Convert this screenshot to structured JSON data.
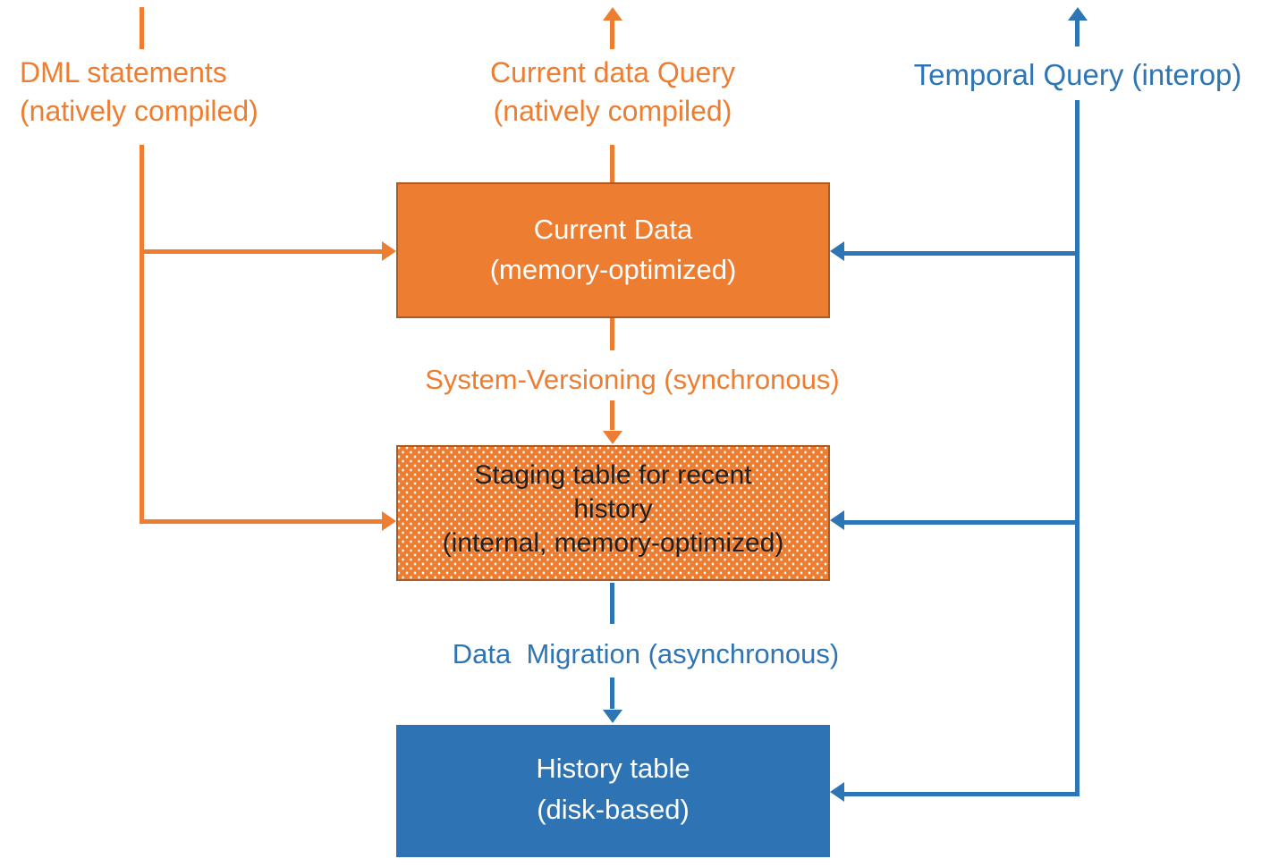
{
  "labels": {
    "dml": {
      "line1": "DML statements",
      "line2": "(natively compiled)"
    },
    "current_query": {
      "line1": "Current data Query",
      "line2": "(natively compiled)"
    },
    "temporal_query": "Temporal Query (interop)",
    "system_versioning": "System-Versioning (synchronous)",
    "data_migration": "Data  Migration (asynchronous)"
  },
  "boxes": {
    "current_data": {
      "line1": "Current Data",
      "line2": "(memory-optimized)"
    },
    "staging": {
      "line1": "Staging table for recent",
      "line2": "history",
      "line3": "(internal, memory-optimized)"
    },
    "history": {
      "line1": "History table",
      "line2": "(disk-based)"
    }
  },
  "edges": [
    {
      "from": "DML statements (natively compiled)",
      "to": "Current Data (memory-optimized)",
      "color": "orange"
    },
    {
      "from": "DML statements (natively compiled)",
      "to": "Staging table for recent history",
      "color": "orange"
    },
    {
      "from": "Current Data (memory-optimized)",
      "to": "Current data Query (natively compiled)",
      "color": "orange",
      "direction": "up"
    },
    {
      "from": "Current Data (memory-optimized)",
      "to": "Staging table for recent history",
      "label": "System-Versioning (synchronous)",
      "color": "orange"
    },
    {
      "from": "Staging table for recent history",
      "to": "History table (disk-based)",
      "label": "Data  Migration (asynchronous)",
      "color": "blue"
    },
    {
      "from": "Temporal Query (interop)",
      "to": "Current Data (memory-optimized)",
      "color": "blue"
    },
    {
      "from": "Temporal Query (interop)",
      "to": "Staging table for recent history",
      "color": "blue"
    },
    {
      "from": "Temporal Query (interop)",
      "to": "History table (disk-based)",
      "color": "blue"
    }
  ],
  "colors": {
    "orange": "#ED7D31",
    "orange_dark_border": "#AE5A21",
    "blue": "#2E75B6",
    "blue_box": "#2E74B5",
    "staging_text": "#1F1F1F",
    "box_text": "#FFFFFF",
    "background": "#FFFFFF"
  }
}
